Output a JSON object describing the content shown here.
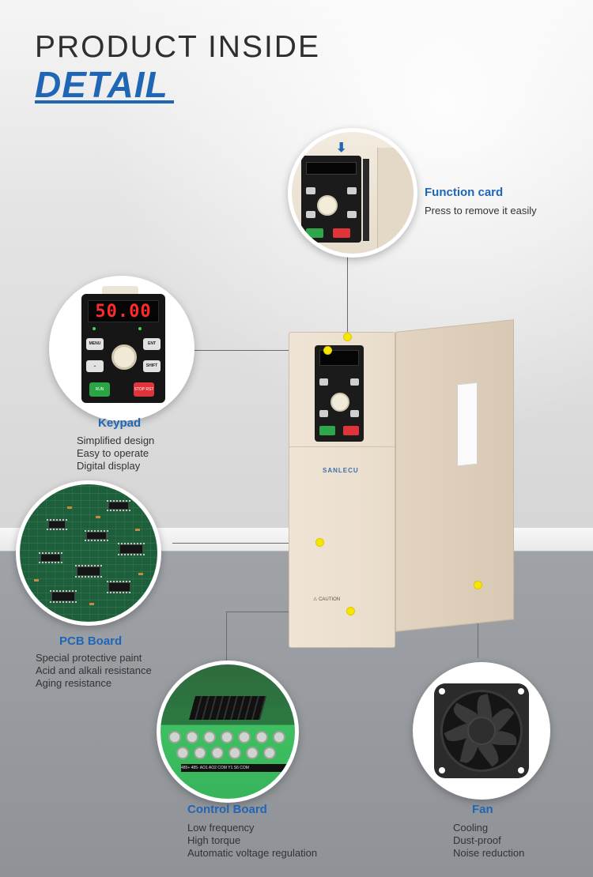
{
  "heading": {
    "top": "PRODUCT INSIDE",
    "main": "DETAIL"
  },
  "inverter": {
    "brand": "SANLECU",
    "caution": "CAUTION"
  },
  "function_card": {
    "title": "Function card",
    "lines": [
      "Press to remove it easily"
    ]
  },
  "keypad": {
    "title": "Keypad",
    "display": "50.00",
    "buttons": {
      "menu": "MENU",
      "ent": "ENT",
      "shift": "SHIFT",
      "run": "RUN",
      "stop": "STOP RST"
    },
    "lines": [
      "Simplified design",
      "Easy to operate",
      "Digital display"
    ]
  },
  "pcb": {
    "title": "PCB Board",
    "lines": [
      "Special protective paint",
      "Acid and alkali resistance",
      "Aging resistance"
    ]
  },
  "control_board": {
    "title": "Control Board",
    "terminals": "485+ 485- AO1 AO2 COM Y1 S6 COM",
    "lines": [
      "Low frequency",
      "High torque",
      "Automatic voltage regulation"
    ]
  },
  "fan": {
    "title": "Fan",
    "lines": [
      "Cooling",
      "Dust-proof",
      "Noise reduction"
    ]
  },
  "colors": {
    "accent_blue": "#1f66b5",
    "callout_dot": "#f7e600",
    "text": "#333333"
  }
}
